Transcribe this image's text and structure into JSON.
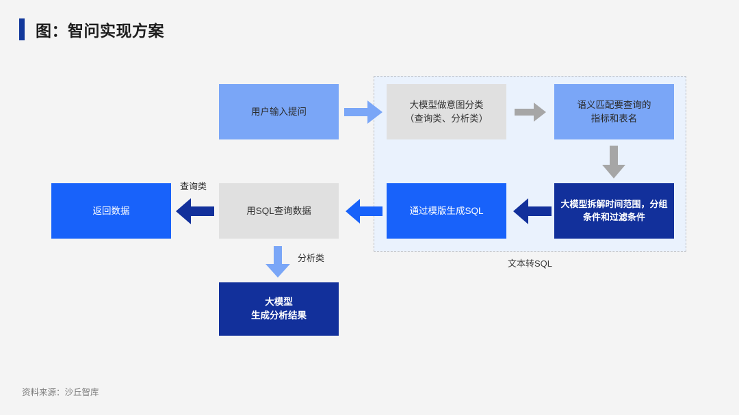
{
  "header": {
    "title": "图：智问实现方案",
    "accent_color": "#12389b"
  },
  "group": {
    "caption": "文本转SQL",
    "fill_color": "#eaf2fd",
    "border_style": "dashed"
  },
  "nodes": {
    "user_input": {
      "label": "用户输入提问",
      "color": "#7aa6f7"
    },
    "intent_classify": {
      "label": "大模型做意图分类\n（查询类、分析类）",
      "color": "#e0e0e0"
    },
    "semantic_match": {
      "label": "语义匹配要查询的\n指标和表名",
      "color": "#7aa6f7"
    },
    "decompose": {
      "label": "大模型拆解时间范围，分组\n条件和过滤条件",
      "color": "#12309b"
    },
    "generate_sql": {
      "label": "通过模版生成SQL",
      "color": "#1862fa"
    },
    "query_with_sql": {
      "label": "用SQL查询数据",
      "color": "#e0e0e0"
    },
    "return_data": {
      "label": "返回数据",
      "color": "#1862fa"
    },
    "analysis_result": {
      "label": "大模型\n生成分析结果",
      "color": "#12309b"
    }
  },
  "edge_labels": {
    "query_type": "查询类",
    "analysis_type": "分析类"
  },
  "arrows": {
    "input_to_intent": {
      "direction": "right",
      "color": "#7aa6f7"
    },
    "intent_to_semantic": {
      "direction": "right",
      "color": "#a6a6a6"
    },
    "semantic_to_decompose": {
      "direction": "down",
      "color": "#a6a6a6"
    },
    "decompose_to_gensql": {
      "direction": "left",
      "color": "#12309b"
    },
    "gensql_to_query": {
      "direction": "left",
      "color": "#1862fa"
    },
    "query_to_return": {
      "direction": "left",
      "color": "#12309b"
    },
    "query_to_analysis": {
      "direction": "down",
      "color": "#7aa6f7"
    }
  },
  "footer": {
    "source": "资料来源：沙丘智库"
  }
}
